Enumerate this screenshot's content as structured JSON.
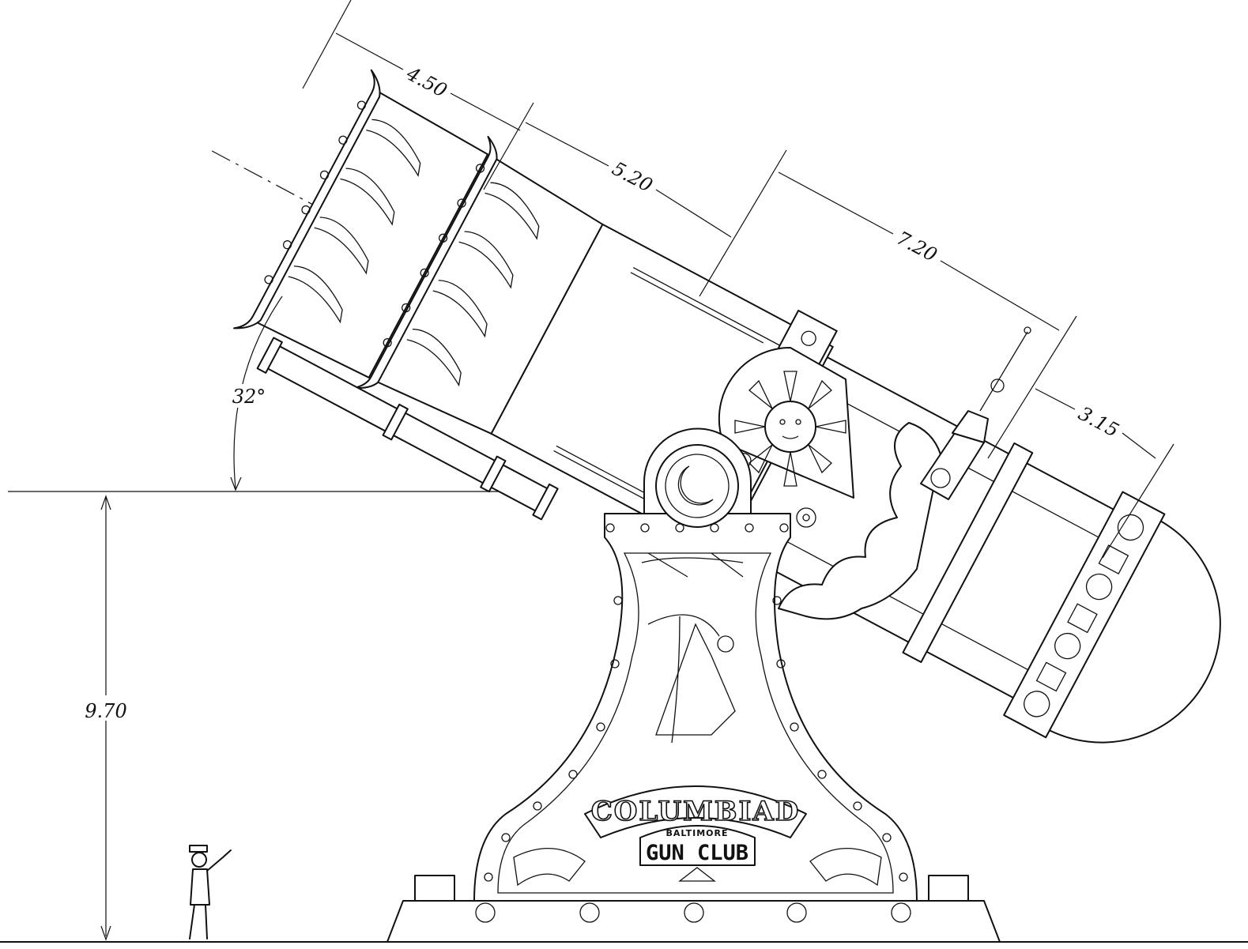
{
  "dimensions": {
    "segment_1": "4.50",
    "segment_2": "5.20",
    "segment_3": "7.20",
    "segment_4": "3.15",
    "height": "9.70",
    "elevation_angle": "32°"
  },
  "emblem": {
    "title": "COLUMBIAD",
    "subtitle": "BALTIMORE",
    "club": "GUN CLUB"
  },
  "colors": {
    "ink": "#111111",
    "paper": "#ffffff"
  }
}
